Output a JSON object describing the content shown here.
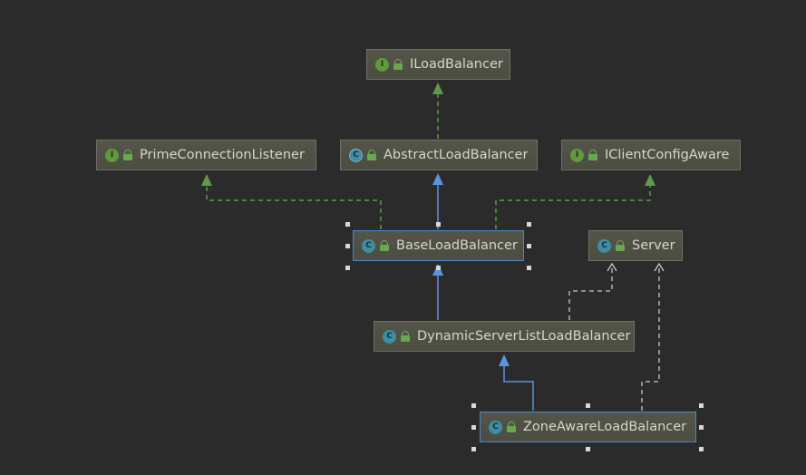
{
  "diagram": {
    "nodes": [
      {
        "id": "iloadbalancer",
        "label": "ILoadBalancer",
        "kind": "interface",
        "badge": "I",
        "selected": false
      },
      {
        "id": "primeconnectionlistener",
        "label": "PrimeConnectionListener",
        "kind": "interface",
        "badge": "I",
        "selected": false
      },
      {
        "id": "abstractloadbalancer",
        "label": "AbstractLoadBalancer",
        "kind": "abstract",
        "badge": "C",
        "selected": false
      },
      {
        "id": "iclientconfigaware",
        "label": "IClientConfigAware",
        "kind": "interface",
        "badge": "I",
        "selected": false
      },
      {
        "id": "baseloadbalancer",
        "label": "BaseLoadBalancer",
        "kind": "class",
        "badge": "C",
        "selected": true
      },
      {
        "id": "server",
        "label": "Server",
        "kind": "class",
        "badge": "C",
        "selected": false
      },
      {
        "id": "dynamicserverlistloadbalancer",
        "label": "DynamicServerListLoadBalancer",
        "kind": "class",
        "badge": "C",
        "selected": false
      },
      {
        "id": "zoneawareloadbalancer",
        "label": "ZoneAwareLoadBalancer",
        "kind": "class",
        "badge": "C",
        "selected": true
      }
    ],
    "edges": [
      {
        "from": "abstractloadbalancer",
        "to": "iloadbalancer",
        "type": "implements"
      },
      {
        "from": "baseloadbalancer",
        "to": "primeconnectionlistener",
        "type": "implements"
      },
      {
        "from": "baseloadbalancer",
        "to": "abstractloadbalancer",
        "type": "extends"
      },
      {
        "from": "baseloadbalancer",
        "to": "iclientconfigaware",
        "type": "implements"
      },
      {
        "from": "dynamicserverlistloadbalancer",
        "to": "baseloadbalancer",
        "type": "extends"
      },
      {
        "from": "dynamicserverlistloadbalancer",
        "to": "server",
        "type": "uses"
      },
      {
        "from": "zoneawareloadbalancer",
        "to": "dynamicserverlistloadbalancer",
        "type": "extends"
      },
      {
        "from": "zoneawareloadbalancer",
        "to": "server",
        "type": "uses"
      }
    ],
    "colors": {
      "background": "#2b2b2b",
      "implements": "#5e9a4a",
      "extends": "#5b95e0",
      "uses": "#c8c8c8",
      "selection": "#4f88c8"
    }
  }
}
